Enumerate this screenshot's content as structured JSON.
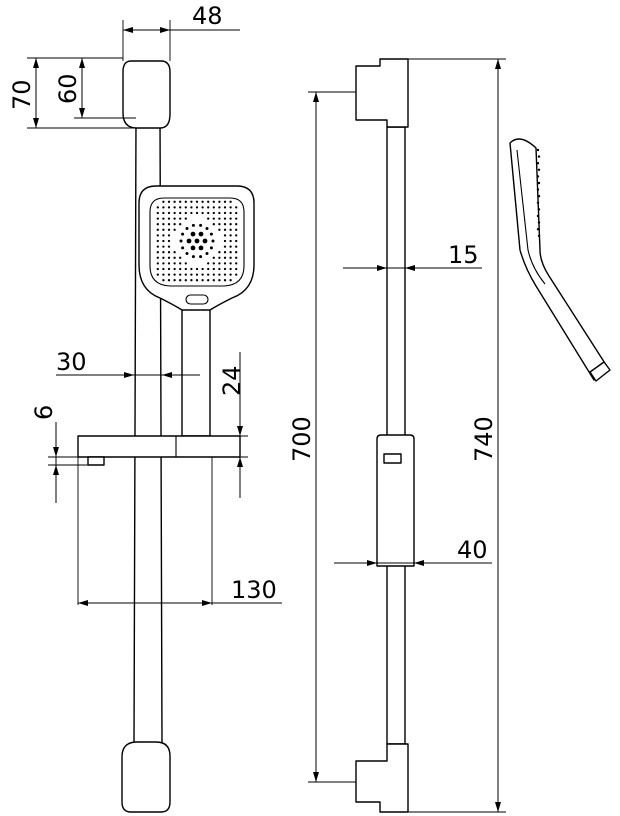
{
  "drawing": {
    "dimensions": {
      "bracket_width": "48",
      "bracket_height_outer": "70",
      "bracket_height_inner": "60",
      "rail_diameter": "30",
      "slider_height": "24",
      "slider_offset": "6",
      "holder_depth": "130",
      "rail_thickness_side": "15",
      "slider_thickness_side": "40",
      "mount_spacing": "700",
      "total_length": "740"
    },
    "colors": {
      "line": "#000000",
      "background": "#ffffff"
    }
  }
}
